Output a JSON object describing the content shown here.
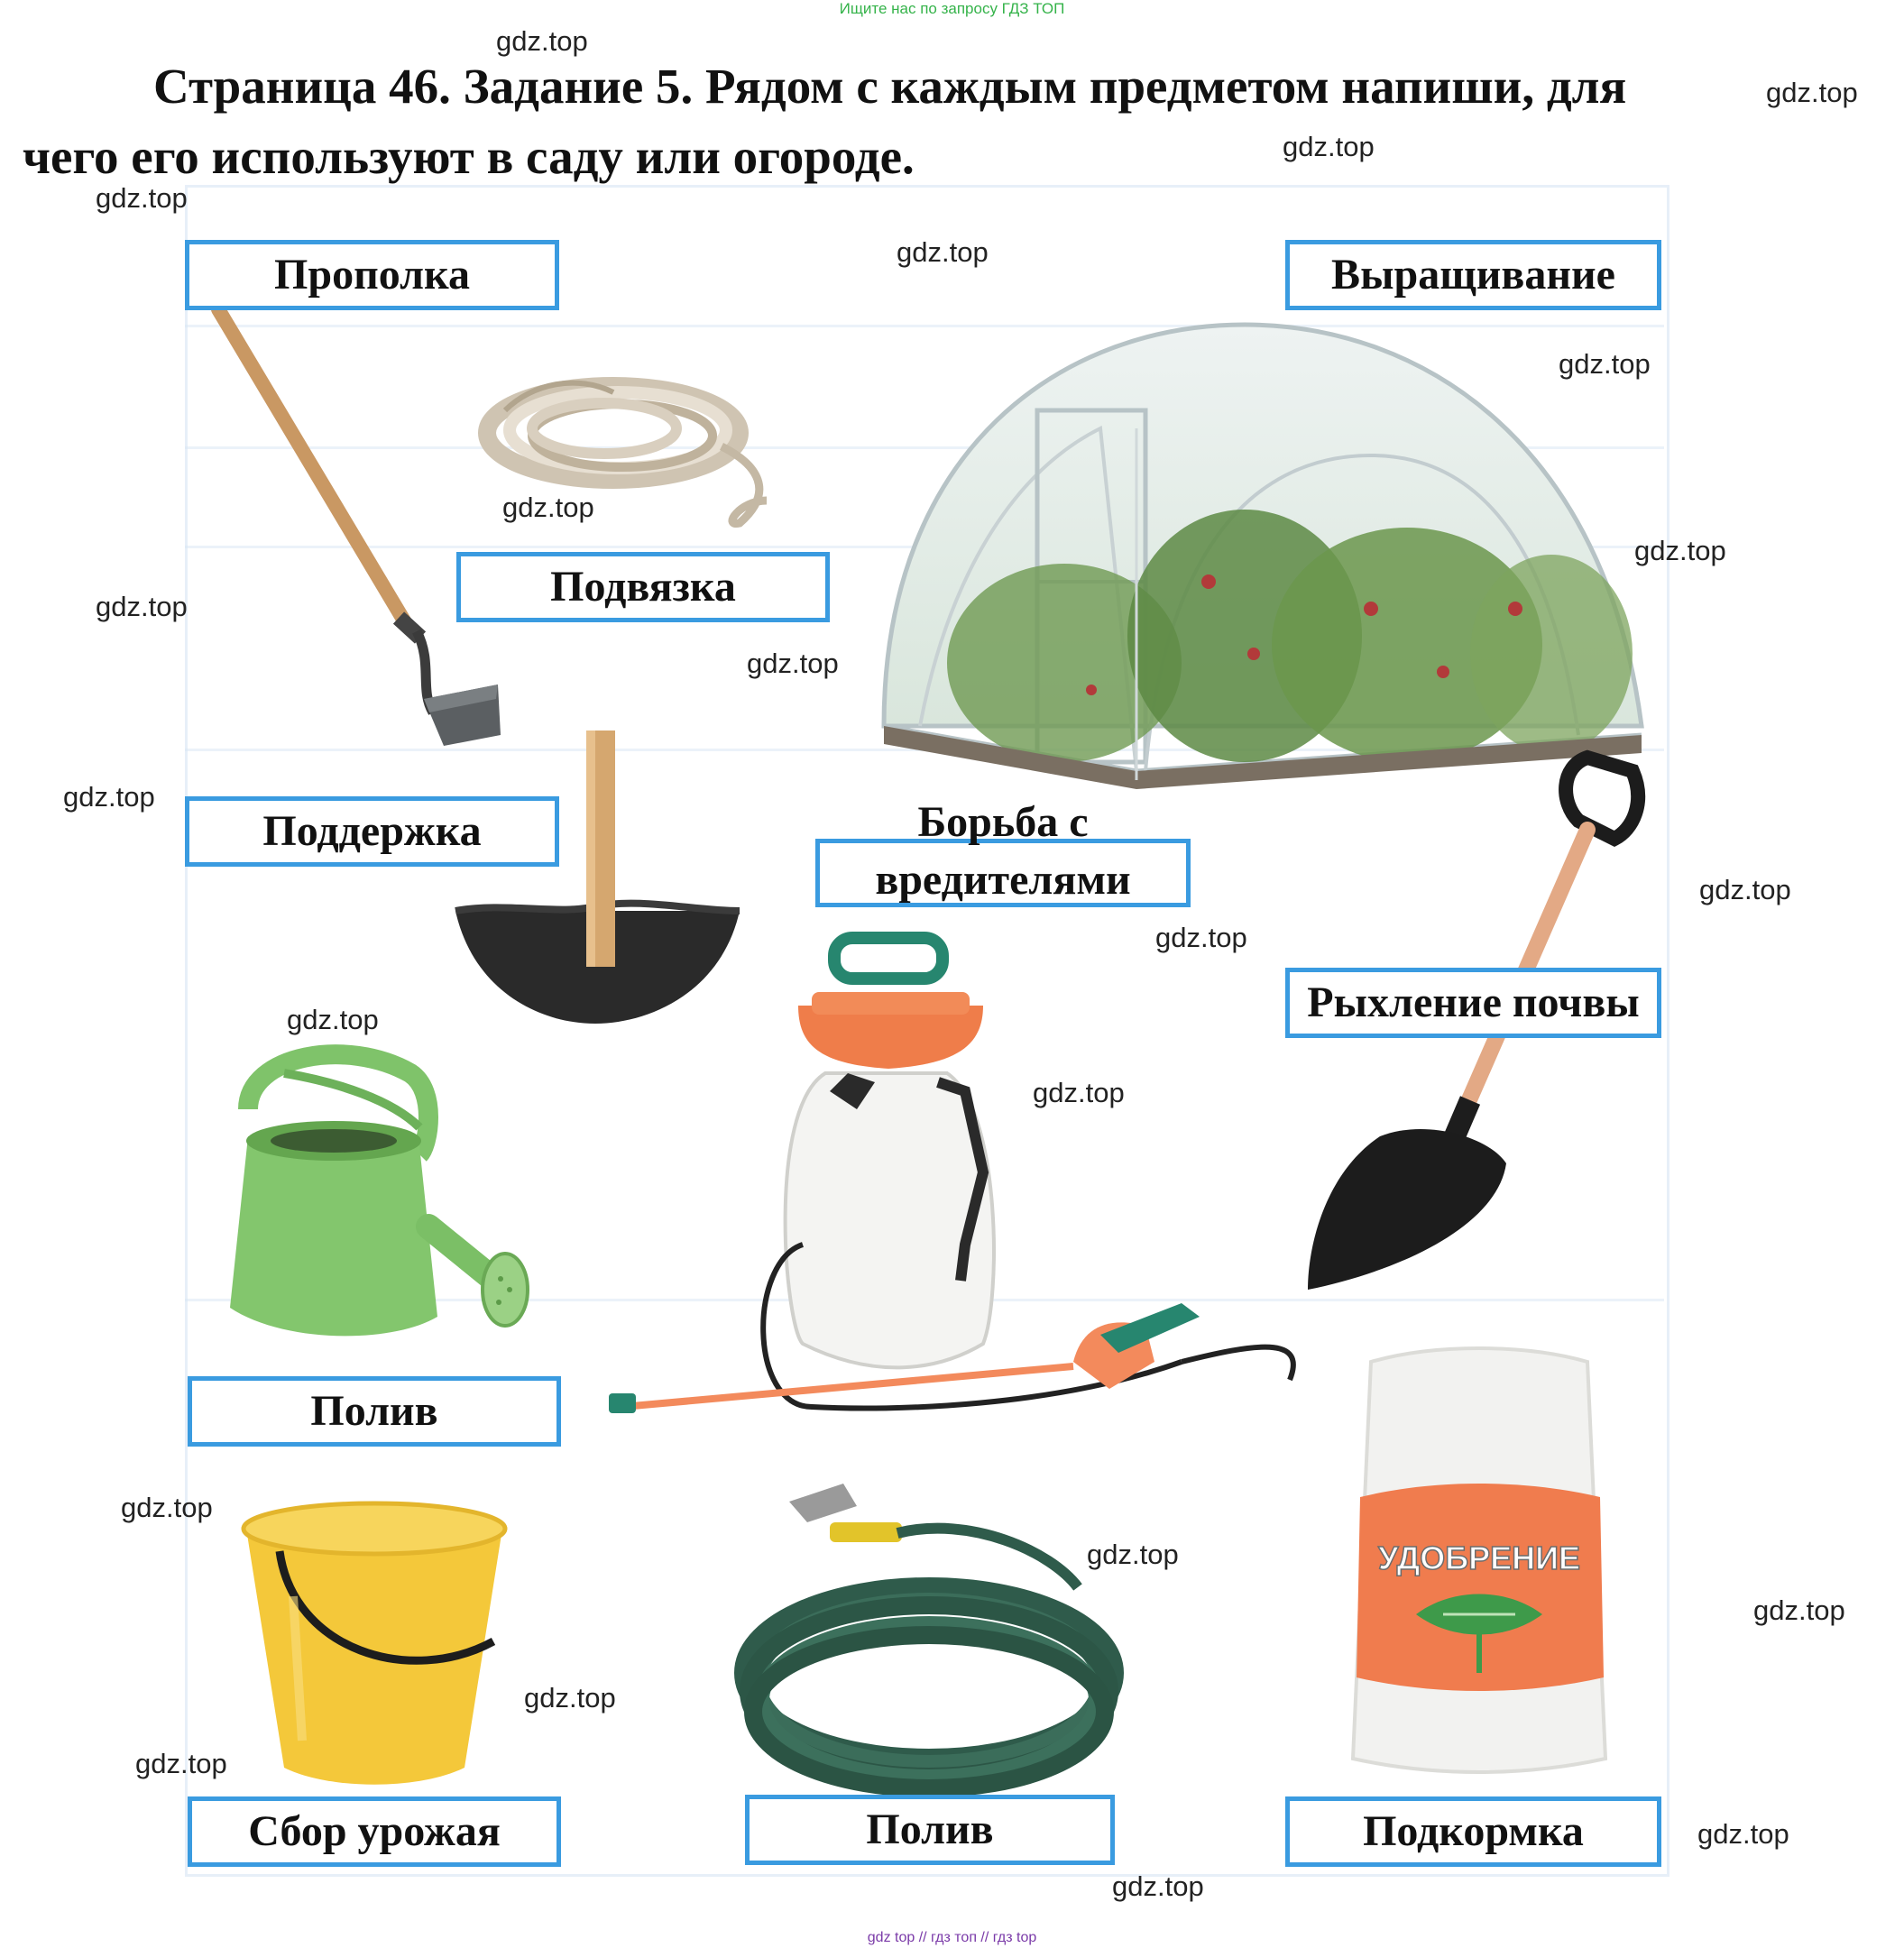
{
  "header_note": "Ищите нас по запросу ГДЗ ТОП",
  "title": {
    "line1": "Страница 46. Задание 5. Рядом с каждым предметом напиши, для",
    "line2": "чего его используют в саду или огороде."
  },
  "watermark": "gdz.top",
  "labels": {
    "hoe": "Прополка",
    "greenhouse": "Выращивание",
    "twine": "Подвязка",
    "stake": "Поддержка",
    "sprayer_line1": "Борьба с",
    "sprayer_line2": "вредителями",
    "shovel": "Рыхление почвы",
    "watering_can": "Полив",
    "bucket": "Сбор урожая",
    "hose": "Полив",
    "fertilizer": "Подкормка"
  },
  "fertilizer_bag_text": "УДОБРЕНИЕ",
  "footer_note": "gdz top // гдз топ // гдз top",
  "colors": {
    "label_border": "#3a9be0",
    "header_note": "#35b34a",
    "footer_note": "#7a3aa8"
  },
  "icons": [
    "hoe-icon",
    "twine-icon",
    "greenhouse-icon",
    "stake-icon",
    "sprayer-icon",
    "shovel-icon",
    "watering-can-icon",
    "bucket-icon",
    "hose-icon",
    "fertilizer-bag-icon"
  ]
}
